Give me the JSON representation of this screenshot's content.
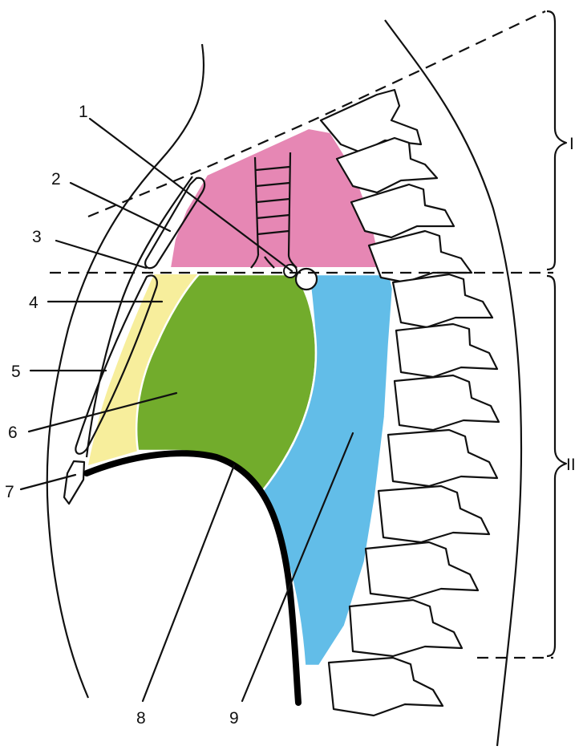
{
  "labels": {
    "n1": "1",
    "n2": "2",
    "n3": "3",
    "n4": "4",
    "n5": "5",
    "n6": "6",
    "n7": "7",
    "n8": "8",
    "n9": "9",
    "region_upper": "I",
    "region_lower": "II"
  },
  "colors": {
    "superior_mediastinum": "#e687b4",
    "anterior_mediastinum": "#f7ee9c",
    "middle_mediastinum": "#72ac2c",
    "posterior_mediastinum": "#62bde8",
    "outline": "#111111",
    "background": "#ffffff"
  }
}
